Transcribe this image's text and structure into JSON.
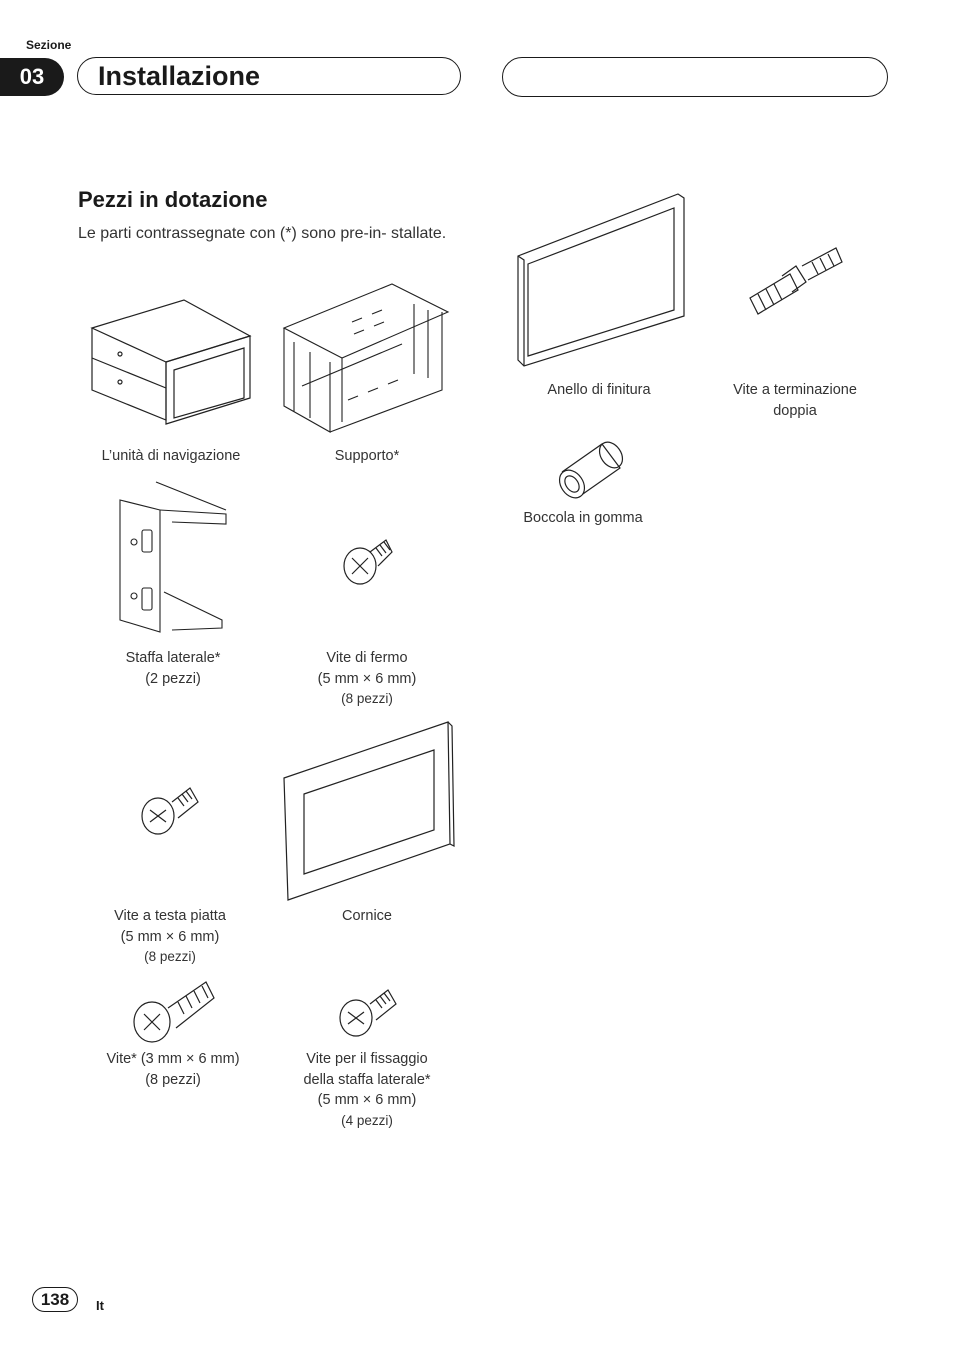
{
  "header": {
    "section_label": "Sezione",
    "section_number": "03",
    "title": "Installazione"
  },
  "content": {
    "heading": "Pezzi in dotazione",
    "intro": "Le parti contrassegnate con (*) sono pre-in- stallate."
  },
  "items": [
    {
      "id": "navigation-unit",
      "lines": [
        "L’unità di navigazione"
      ],
      "small": []
    },
    {
      "id": "support",
      "lines": [
        "Supporto*"
      ],
      "small": []
    },
    {
      "id": "side-bracket",
      "lines": [
        "Staffa laterale*",
        "(2 pezzi)"
      ],
      "small": []
    },
    {
      "id": "stop-screw",
      "lines": [
        "Vite di fermo",
        "(5 mm × 6 mm)"
      ],
      "small": [
        "(8 pezzi)"
      ]
    },
    {
      "id": "flat-head-screw",
      "lines": [
        "Vite a testa piatta",
        "(5 mm × 6 mm)"
      ],
      "small": [
        "(8 pezzi)"
      ]
    },
    {
      "id": "frame",
      "lines": [
        "Cornice"
      ],
      "small": []
    },
    {
      "id": "screw",
      "lines": [
        "Vite* (3 mm × 6 mm)",
        "(8 pezzi)"
      ],
      "small": []
    },
    {
      "id": "side-bracket-screw",
      "lines": [
        "Vite per il fissaggio",
        "della staffa laterale*",
        "(5 mm × 6 mm)"
      ],
      "small": [
        "(4 pezzi)"
      ]
    },
    {
      "id": "trim-ring",
      "lines": [
        "Anello di finitura"
      ],
      "small": []
    },
    {
      "id": "double-ended-screw",
      "lines": [
        "Vite a terminazione",
        "doppia"
      ],
      "small": []
    },
    {
      "id": "rubber-bush",
      "lines": [
        "Boccola in gomma"
      ],
      "small": []
    }
  ],
  "footer": {
    "page_number": "138",
    "language": "It"
  }
}
